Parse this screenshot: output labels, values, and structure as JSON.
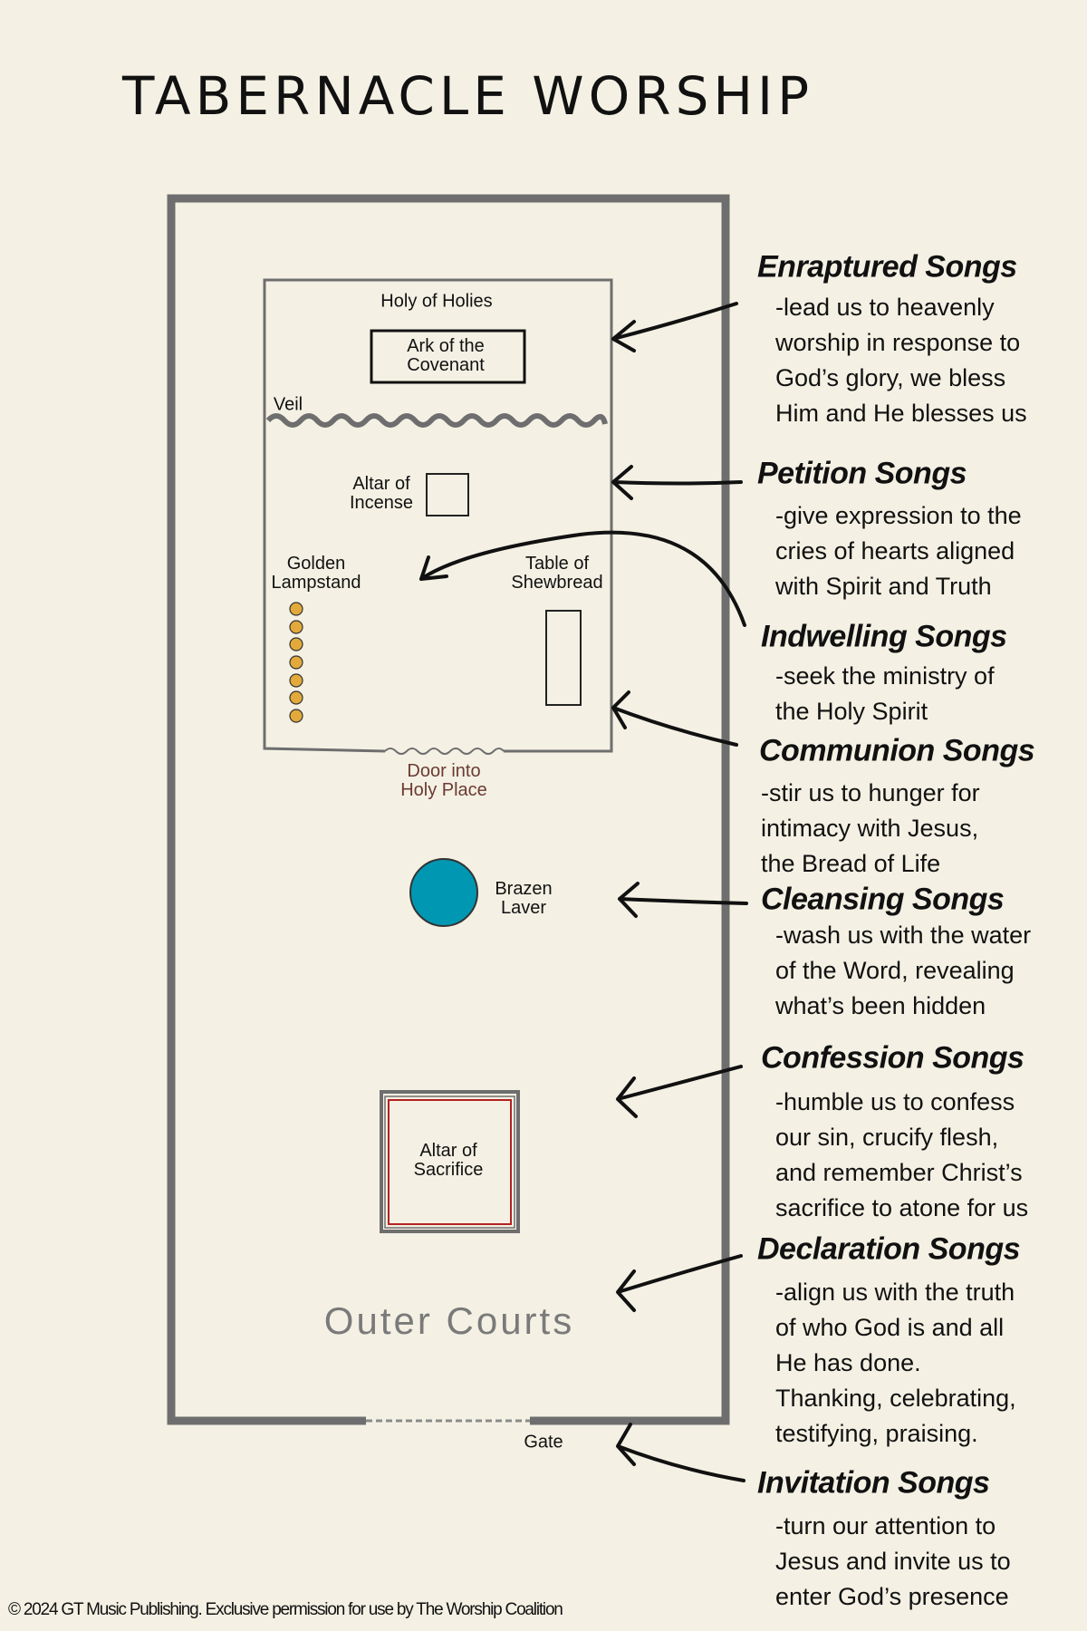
{
  "title": "TABERNACLE WORSHIP",
  "diagram": {
    "holy_of_holies": "Holy of Holies",
    "ark": [
      "Ark of the",
      "Covenant"
    ],
    "veil": "Veil",
    "altar_incense": [
      "Altar of",
      "Incense"
    ],
    "lampstand": [
      "Golden",
      "Lampstand"
    ],
    "shewbread": [
      "Table of",
      "Shewbread"
    ],
    "door": [
      "Door into",
      "Holy Place"
    ],
    "laver": [
      "Brazen",
      "Laver"
    ],
    "altar_sacrifice": [
      "Altar of",
      "Sacrifice"
    ],
    "outer_courts": "Outer Courts",
    "gate": "Gate"
  },
  "colors": {
    "background": "#f4f1e4",
    "wall": "#6e6e6e",
    "laver": "#0097b2",
    "lamp": "#e3a93a",
    "door_text": "#6b3a32",
    "altar_red": "#b22222"
  },
  "songs": [
    {
      "heading": "Enraptured Songs",
      "lines": [
        "-lead us to heavenly",
        "worship in response to",
        "God’s glory, we bless",
        "Him and He blesses us"
      ]
    },
    {
      "heading": "Petition Songs",
      "lines": [
        "-give expression to the",
        "cries of hearts aligned",
        "with Spirit and Truth"
      ]
    },
    {
      "heading": "Indwelling Songs",
      "lines": [
        "-seek the ministry of",
        "the Holy Spirit"
      ]
    },
    {
      "heading": "Communion Songs",
      "lines": [
        "-stir us to hunger for",
        "intimacy with Jesus,",
        "the Bread of Life"
      ]
    },
    {
      "heading": "Cleansing Songs",
      "lines": [
        "-wash us with the water",
        "of the Word, revealing",
        "what’s been hidden"
      ]
    },
    {
      "heading": "Confession Songs",
      "lines": [
        "-humble us to confess",
        "our sin, crucify flesh,",
        "and remember Christ’s",
        "sacrifice to atone for us"
      ]
    },
    {
      "heading": "Declaration Songs",
      "lines": [
        "-align us with the truth",
        "of who God is and all",
        "He has done.",
        "Thanking, celebrating,",
        "testifying, praising."
      ]
    },
    {
      "heading": "Invitation Songs",
      "lines": [
        "-turn our attention to",
        "Jesus and invite us to",
        "enter God’s presence"
      ]
    }
  ],
  "footer": "© 2024 GT Music Publishing. Exclusive permission for use by The Worship Coalition"
}
